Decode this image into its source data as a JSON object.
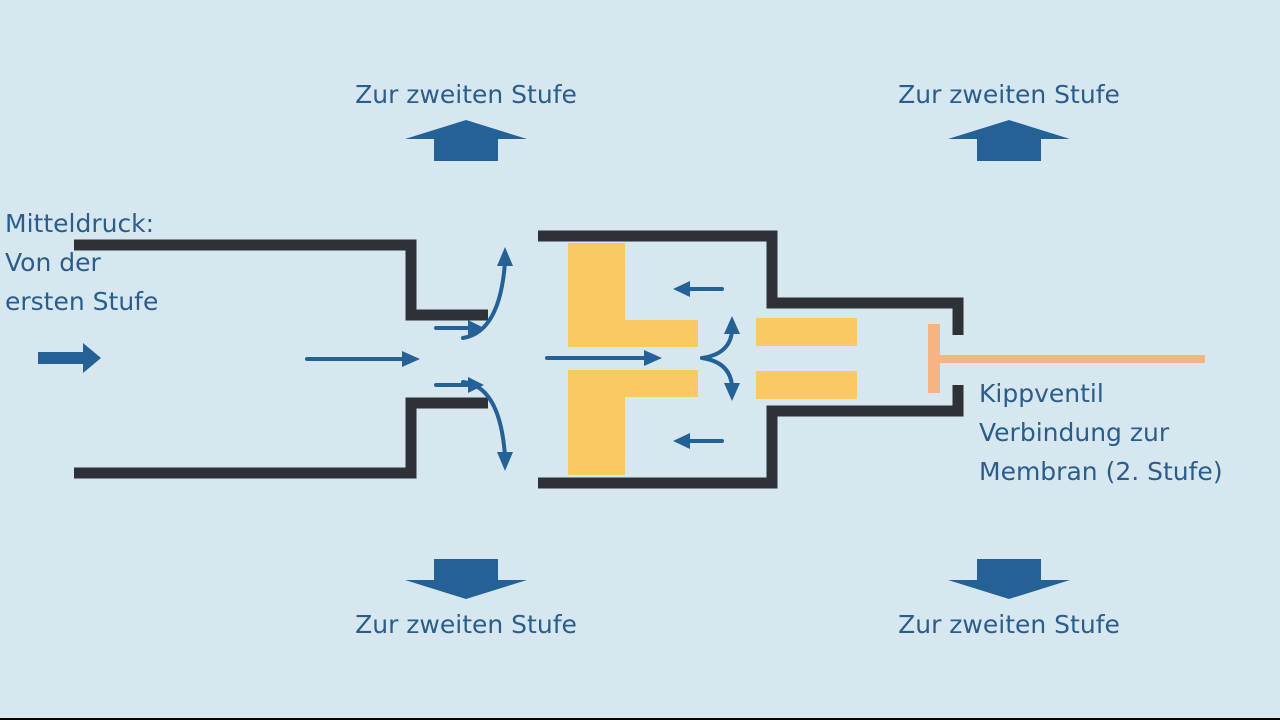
{
  "colors": {
    "background": "#d7e7f0",
    "frame": "#2e3138",
    "arrow": "#246196",
    "valve_body": "#fbc963",
    "membrane_link": "#f6b483",
    "text": "#2a5d8c"
  },
  "labels": {
    "to_second_stage_top_left": "Zur zweiten Stufe",
    "to_second_stage_top_right": "Zur zweiten Stufe",
    "to_second_stage_bottom_left": "Zur zweiten Stufe",
    "to_second_stage_bottom_right": "Zur zweiten Stufe",
    "intermediate_pressure": [
      "Mitteldruck:",
      "Von der",
      "ersten Stufe"
    ],
    "tilt_valve": [
      "Kippventil",
      "Verbindung zur",
      "Membran (2. Stufe)"
    ]
  }
}
